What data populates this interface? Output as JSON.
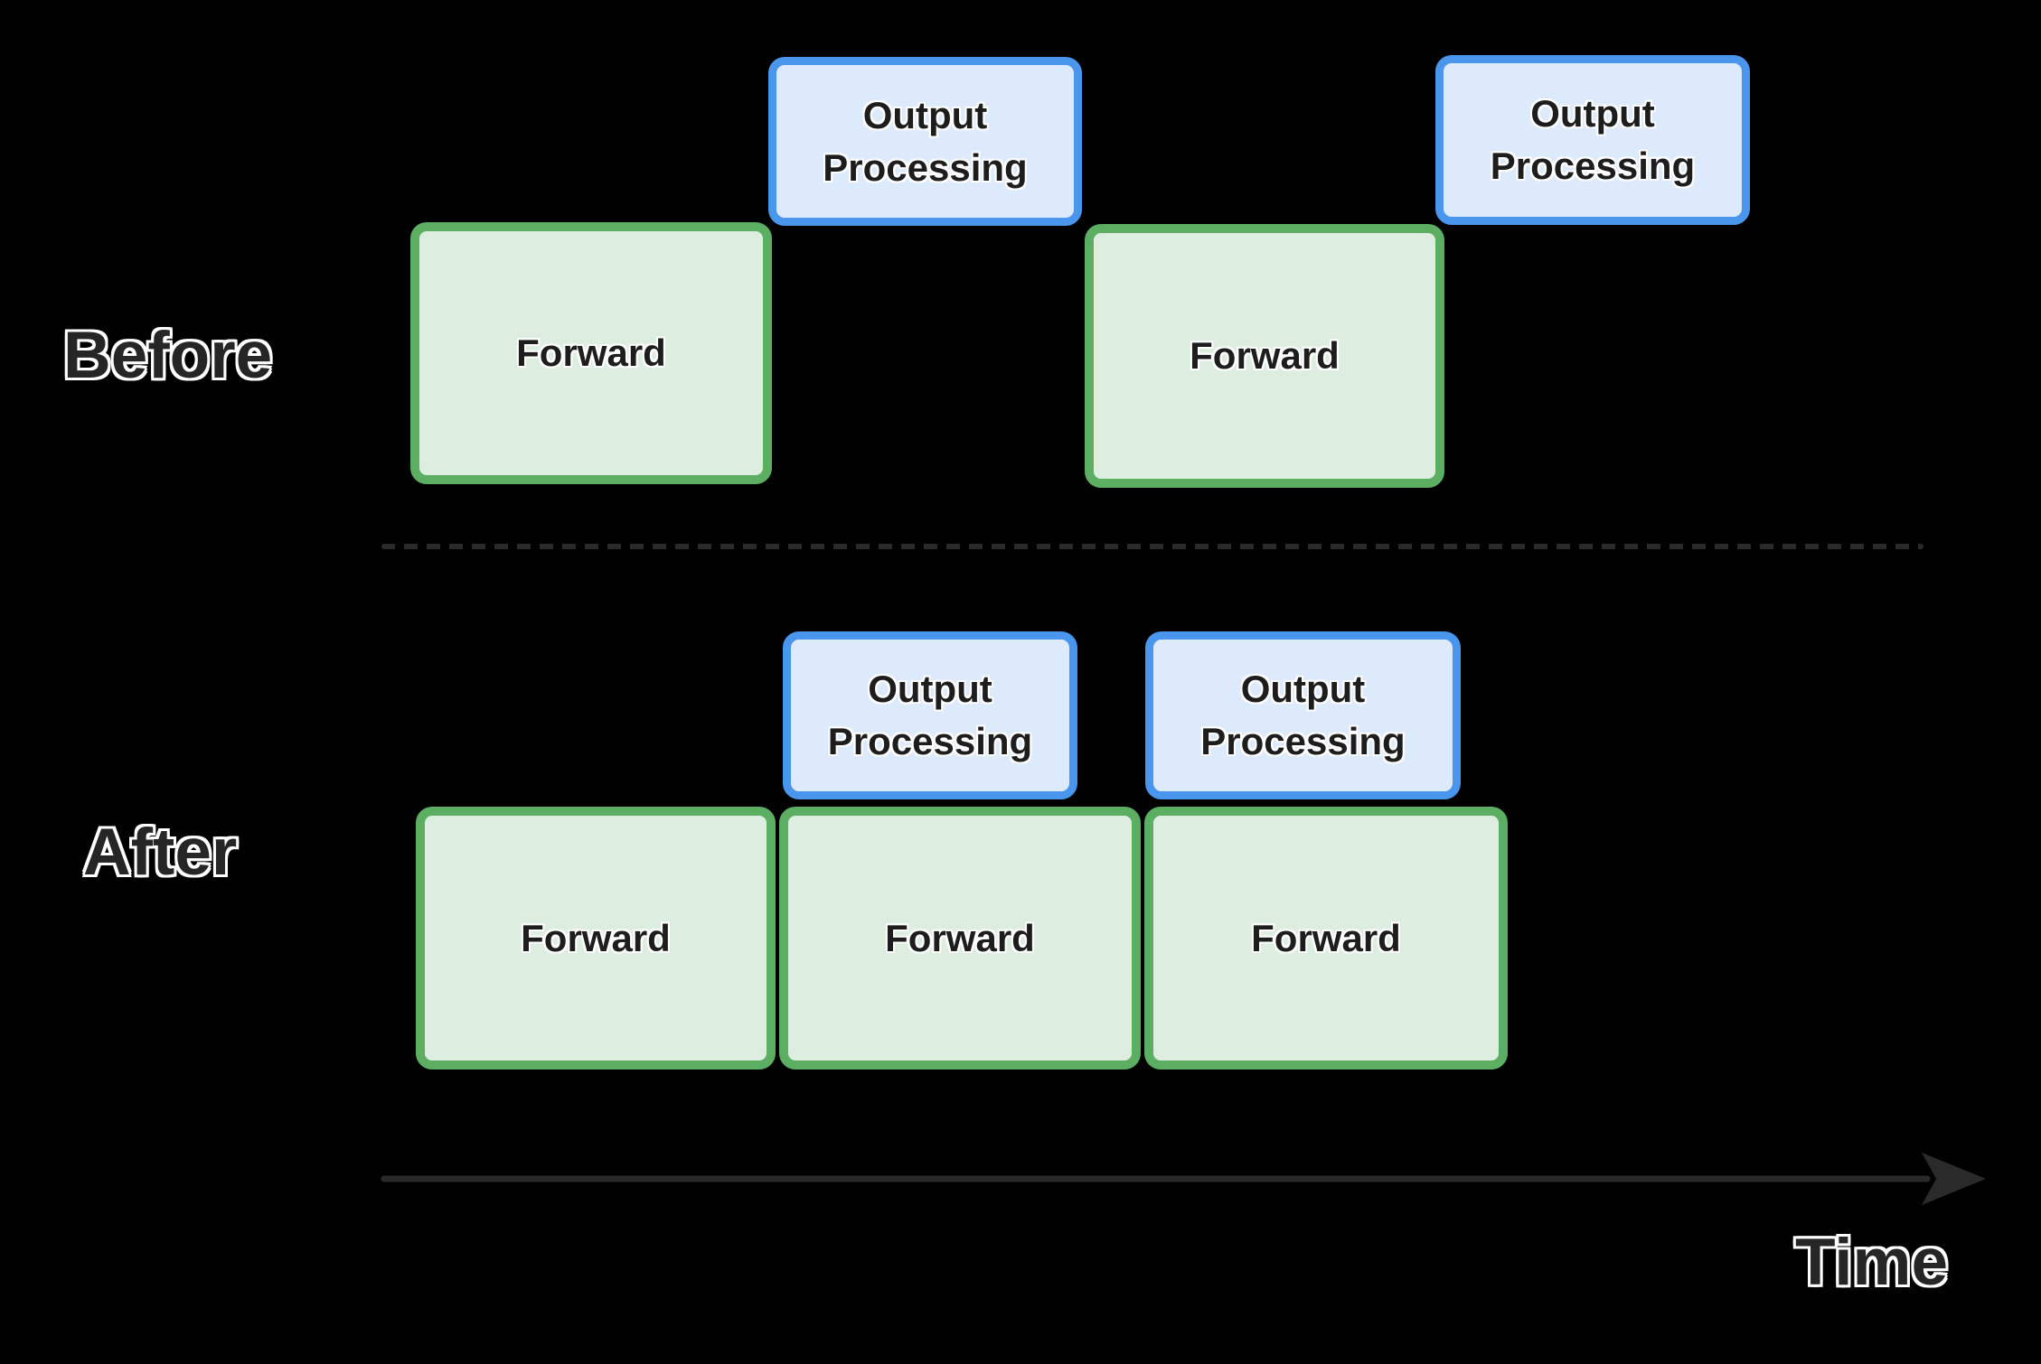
{
  "meta": {
    "type": "before-after-pipeline-timeline"
  },
  "colors": {
    "background": "#000000",
    "forward_fill": "#DDEDE0",
    "forward_border": "#5BAE62",
    "output_fill": "#DCEAFB",
    "output_border": "#4A96EC",
    "box_text": "#1D1D1D",
    "label_text": "#262626",
    "label_outline": "#FFFFFF",
    "axis": "#2A2A2A"
  },
  "rows": {
    "before": {
      "label": "Before",
      "boxes": [
        {
          "type": "forward",
          "lane": "bottom",
          "label": "Forward"
        },
        {
          "type": "output",
          "lane": "top",
          "label": "Output Processing"
        },
        {
          "type": "forward",
          "lane": "bottom",
          "label": "Forward"
        },
        {
          "type": "output",
          "lane": "top",
          "label": "Output Processing"
        }
      ]
    },
    "after": {
      "label": "After",
      "boxes": [
        {
          "type": "forward",
          "lane": "bottom",
          "label": "Forward"
        },
        {
          "type": "output",
          "lane": "top",
          "label": "Output Processing"
        },
        {
          "type": "forward",
          "lane": "bottom",
          "label": "Forward"
        },
        {
          "type": "output",
          "lane": "top",
          "label": "Output Processing"
        },
        {
          "type": "forward",
          "lane": "bottom",
          "label": "Forward"
        }
      ]
    }
  },
  "axis": {
    "label": "Time"
  }
}
